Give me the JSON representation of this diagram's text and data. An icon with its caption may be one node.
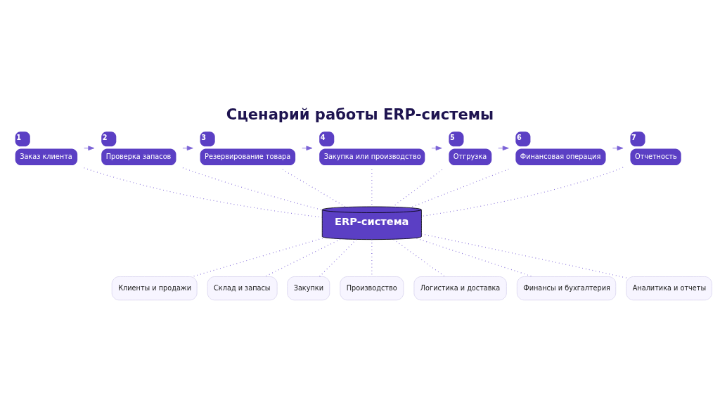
{
  "diagram": {
    "title": "Сценарий работы ERP-системы",
    "nodes": [
      {
        "text": [
          "1",
          "Заказ клиента"
        ]
      },
      {
        "text": [
          "2",
          "Проверка запасов"
        ]
      },
      {
        "text": [
          "3",
          "Резервирование товара"
        ]
      },
      {
        "text": [
          "4",
          "Закупка или производство"
        ]
      },
      {
        "text": [
          "5",
          "Отгрузка"
        ]
      },
      {
        "text": [
          "6",
          "Финансовая операция"
        ]
      },
      {
        "text": [
          "7",
          "Отчетность"
        ]
      },
      {
        "text": [
          "ERP-система"
        ]
      },
      {
        "text": [
          "Клиенты и продажи"
        ]
      },
      {
        "text": [
          "Склад и запасы"
        ]
      },
      {
        "text": [
          "Закупки"
        ]
      },
      {
        "text": [
          "Производство"
        ]
      },
      {
        "text": [
          "Логистика и доставка"
        ]
      },
      {
        "text": [
          "Финансы и бухгалтерия"
        ]
      },
      {
        "text": [
          "Аналитика и отчеты"
        ]
      }
    ],
    "edges": [
      {
        "from": 0,
        "to": 1,
        "arrow": "to"
      },
      {
        "from": 1,
        "to": 2,
        "arrow": "to"
      },
      {
        "from": 2,
        "to": 3,
        "arrow": "to"
      },
      {
        "from": 3,
        "to": 4,
        "arrow": "to"
      },
      {
        "from": 4,
        "to": 5,
        "arrow": "to"
      },
      {
        "from": 5,
        "to": 6,
        "arrow": "to"
      },
      {
        "from": 0,
        "to": 7,
        "arrow": "none",
        "style": "dashed"
      },
      {
        "from": 1,
        "to": 7,
        "arrow": "none",
        "style": "dashed"
      },
      {
        "from": 2,
        "to": 7,
        "arrow": "none",
        "style": "dashed"
      },
      {
        "from": 3,
        "to": 7,
        "arrow": "none",
        "style": "dashed"
      },
      {
        "from": 4,
        "to": 7,
        "arrow": "none",
        "style": "dashed"
      },
      {
        "from": 5,
        "to": 7,
        "arrow": "none",
        "style": "dashed"
      },
      {
        "from": 6,
        "to": 7,
        "arrow": "none",
        "style": "dashed"
      },
      {
        "from": 7,
        "to": 8,
        "arrow": "none",
        "style": "dashed"
      },
      {
        "from": 7,
        "to": 9,
        "arrow": "none",
        "style": "dashed"
      },
      {
        "from": 7,
        "to": 10,
        "arrow": "none",
        "style": "dashed"
      },
      {
        "from": 7,
        "to": 11,
        "arrow": "none",
        "style": "dashed"
      },
      {
        "from": 7,
        "to": 12,
        "arrow": "none",
        "style": "dashed"
      },
      {
        "from": 7,
        "to": 13,
        "arrow": "none",
        "style": "dashed"
      },
      {
        "from": 7,
        "to": 14,
        "arrow": "none",
        "style": "dashed"
      }
    ]
  }
}
